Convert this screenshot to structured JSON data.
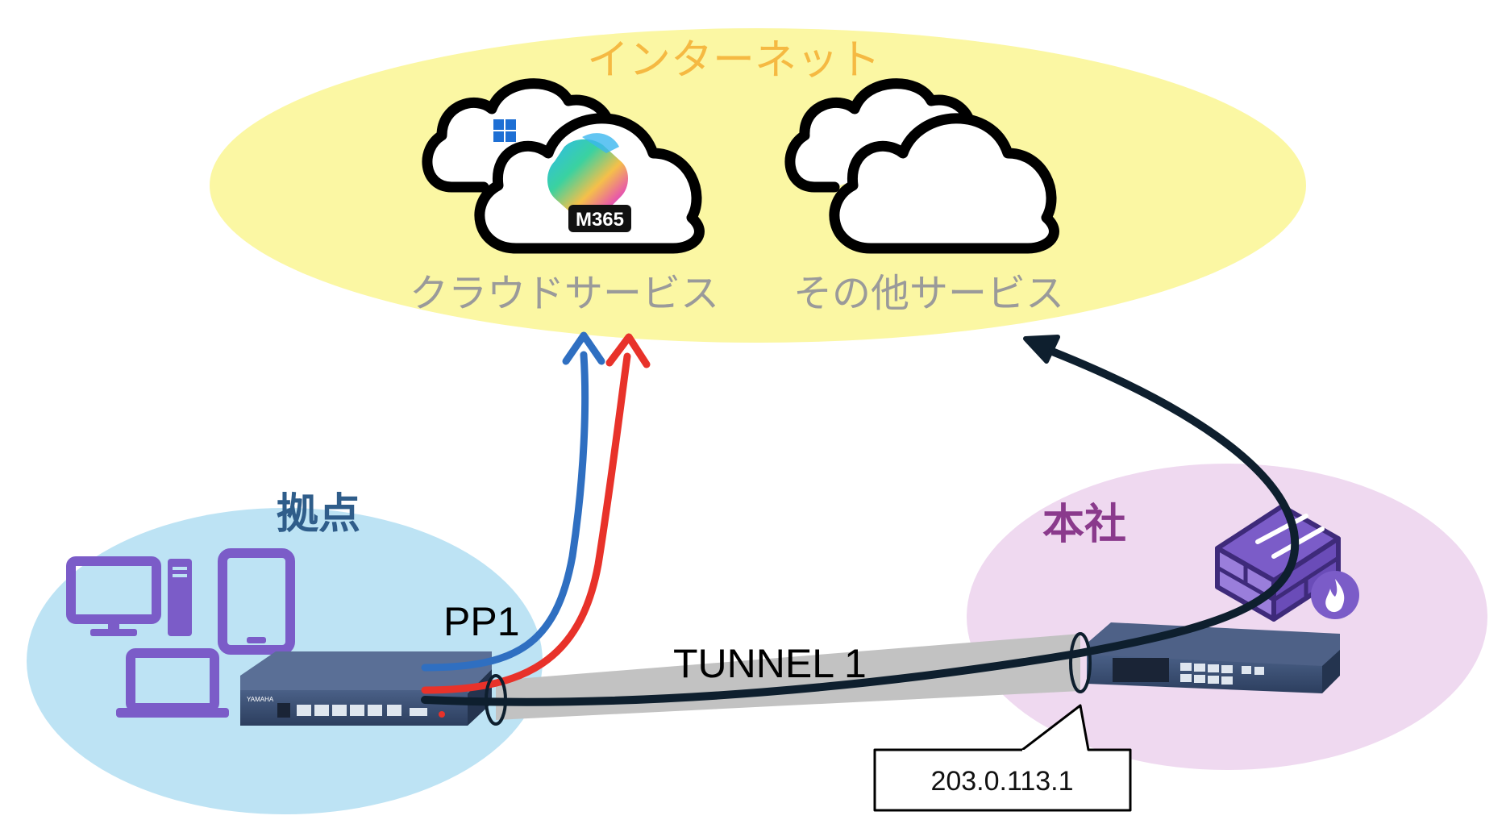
{
  "zones": {
    "internet": {
      "label": "インターネット",
      "color": "#f5b942",
      "fill": "#fbf7a3"
    },
    "branch": {
      "label": "拠点",
      "color": "#2f5d8a",
      "fill": "#bde3f4"
    },
    "hq": {
      "label": "本社",
      "color": "#8a3a8c",
      "fill": "#efd9f0"
    }
  },
  "services": {
    "cloud": {
      "label": "クラウドサービス",
      "badge": "M365"
    },
    "other": {
      "label": "その他サービス"
    }
  },
  "links": {
    "pp1": "PP1",
    "tunnel": "TUNNEL 1"
  },
  "callout": {
    "ip": "203.0.113.1"
  },
  "colors": {
    "blue_path": "#2f6fc1",
    "red_path": "#e8322a",
    "dark_path": "#0e1f2e",
    "tunnel_band": "#c2c2c2",
    "text_gray": "#9a9a9a",
    "device_purple": "#7b5cc8",
    "router_blue": "#3a4f74"
  },
  "icons": [
    "windows-logo-icon",
    "copilot-icon",
    "cloud-icon",
    "desktop-pc-icon",
    "tablet-icon",
    "laptop-icon",
    "router-icon",
    "firewall-icon",
    "flame-icon"
  ]
}
